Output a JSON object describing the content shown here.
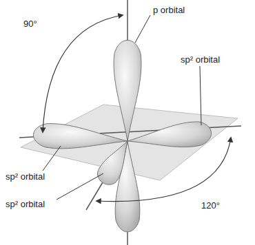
{
  "diagram": {
    "labels": [
      "90°",
      "p orbital",
      "sp² orbital",
      "sp² orbital",
      "sp² orbital",
      "120°"
    ]
  }
}
